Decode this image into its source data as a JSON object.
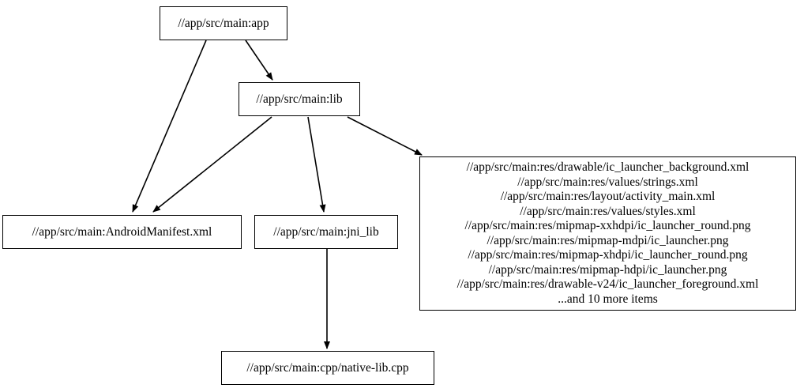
{
  "graph": {
    "type": "directed-dependency-graph",
    "nodes": [
      {
        "id": "app",
        "label": "//app/src/main:app"
      },
      {
        "id": "lib",
        "label": "//app/src/main:lib"
      },
      {
        "id": "manifest",
        "label": "//app/src/main:AndroidManifest.xml"
      },
      {
        "id": "jni_lib",
        "label": "//app/src/main:jni_lib"
      },
      {
        "id": "res_group",
        "label": "//app/src/main:res/drawable/ic_launcher_background.xml\n//app/src/main:res/values/strings.xml\n//app/src/main:res/layout/activity_main.xml\n//app/src/main:res/values/styles.xml\n//app/src/main:res/mipmap-xxhdpi/ic_launcher_round.png\n//app/src/main:res/mipmap-mdpi/ic_launcher.png\n//app/src/main:res/mipmap-xhdpi/ic_launcher_round.png\n//app/src/main:res/mipmap-hdpi/ic_launcher.png\n//app/src/main:res/drawable-v24/ic_launcher_foreground.xml\n...and 10 more items",
        "lines": [
          "//app/src/main:res/drawable/ic_launcher_background.xml",
          "//app/src/main:res/values/strings.xml",
          "//app/src/main:res/layout/activity_main.xml",
          "//app/src/main:res/values/styles.xml",
          "//app/src/main:res/mipmap-xxhdpi/ic_launcher_round.png",
          "//app/src/main:res/mipmap-mdpi/ic_launcher.png",
          "//app/src/main:res/mipmap-xhdpi/ic_launcher_round.png",
          "//app/src/main:res/mipmap-hdpi/ic_launcher.png",
          "//app/src/main:res/drawable-v24/ic_launcher_foreground.xml",
          "...and 10 more items"
        ]
      },
      {
        "id": "native_lib",
        "label": "//app/src/main:cpp/native-lib.cpp"
      }
    ],
    "edges": [
      {
        "from": "app",
        "to": "lib"
      },
      {
        "from": "app",
        "to": "manifest"
      },
      {
        "from": "lib",
        "to": "manifest"
      },
      {
        "from": "lib",
        "to": "jni_lib"
      },
      {
        "from": "lib",
        "to": "res_group"
      },
      {
        "from": "jni_lib",
        "to": "native_lib"
      }
    ],
    "colors": {
      "background": "#ffffff",
      "node_border": "#000000",
      "node_fill": "#ffffff",
      "edge": "#000000",
      "text": "#000000"
    }
  }
}
